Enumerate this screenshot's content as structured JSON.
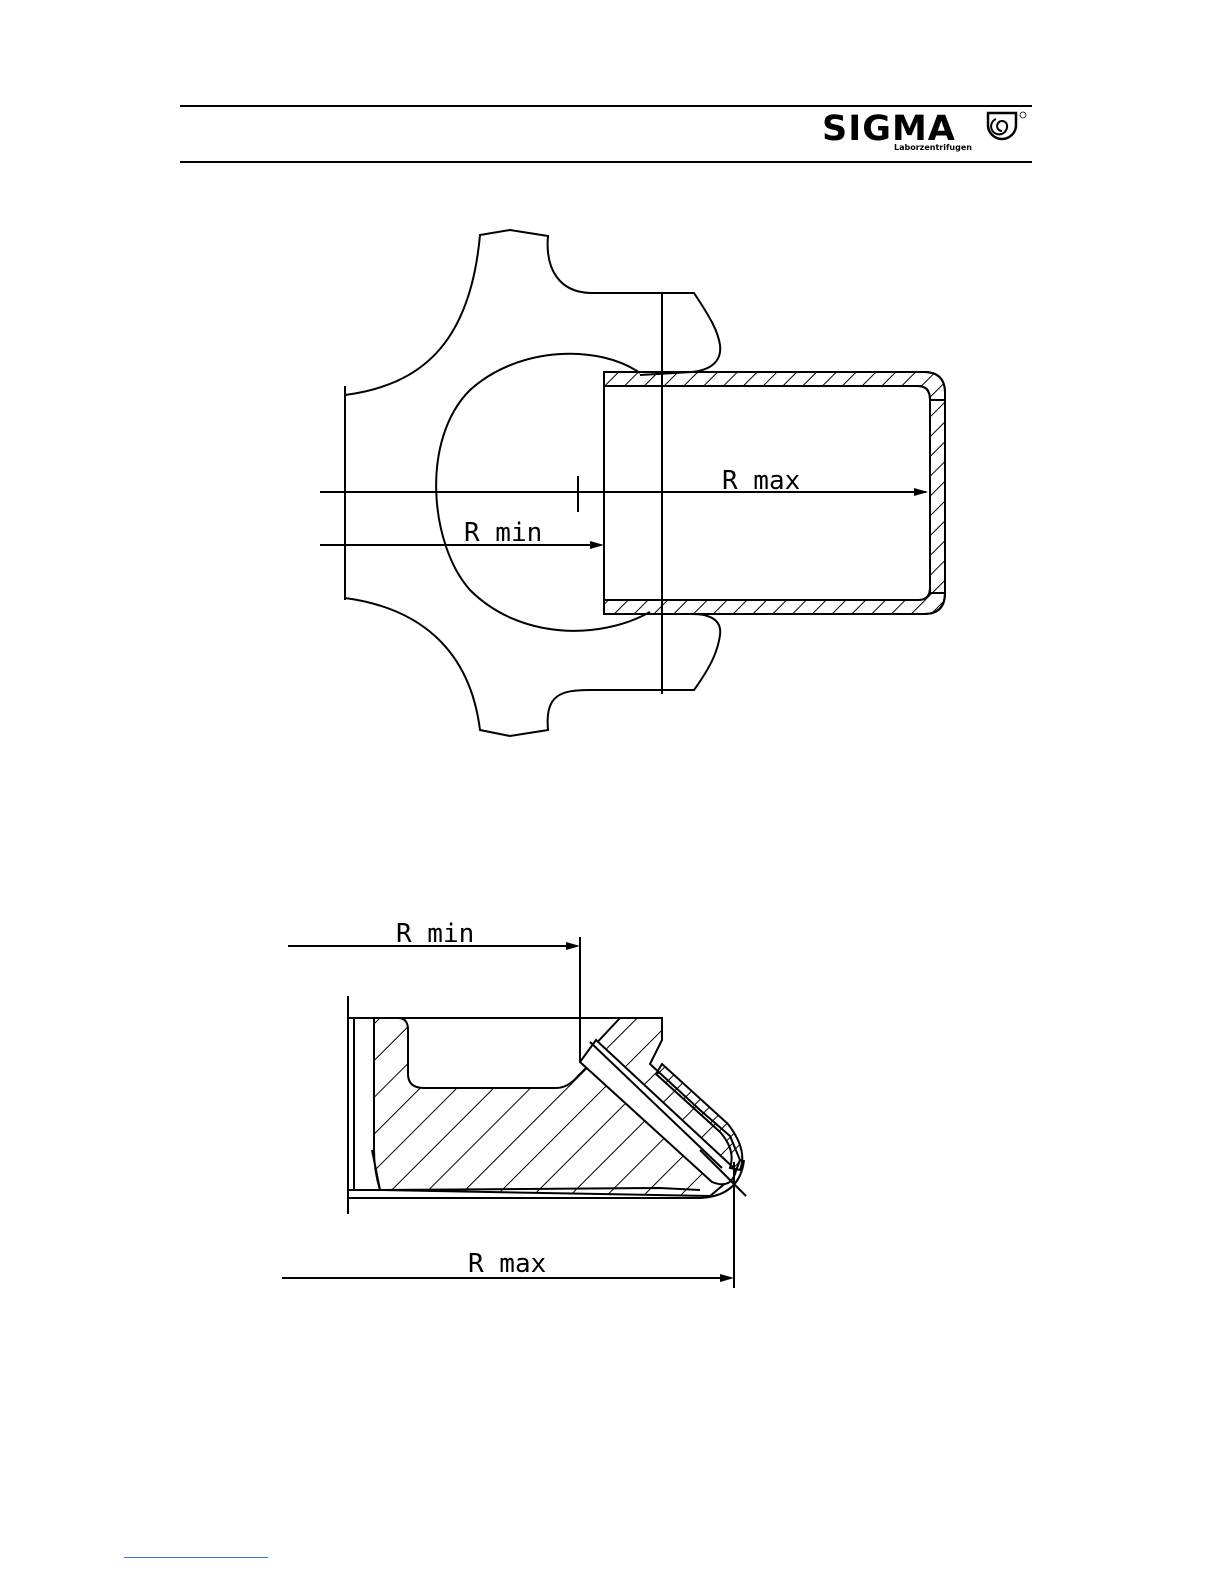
{
  "header": {
    "logo_word": "SIGMA",
    "logo_subtitle": "Laborzentrifugen",
    "logo_mark": "registered",
    "logo_mark_icon": "swirl-icon"
  },
  "diagram_top": {
    "label_rmax": "R max",
    "label_rmin": "R min"
  },
  "diagram_bottom": {
    "label_rmin": "R min",
    "label_rmax": "R max"
  },
  "colors": {
    "ink": "#000000",
    "footnote_rule": "#3a6fd0"
  }
}
